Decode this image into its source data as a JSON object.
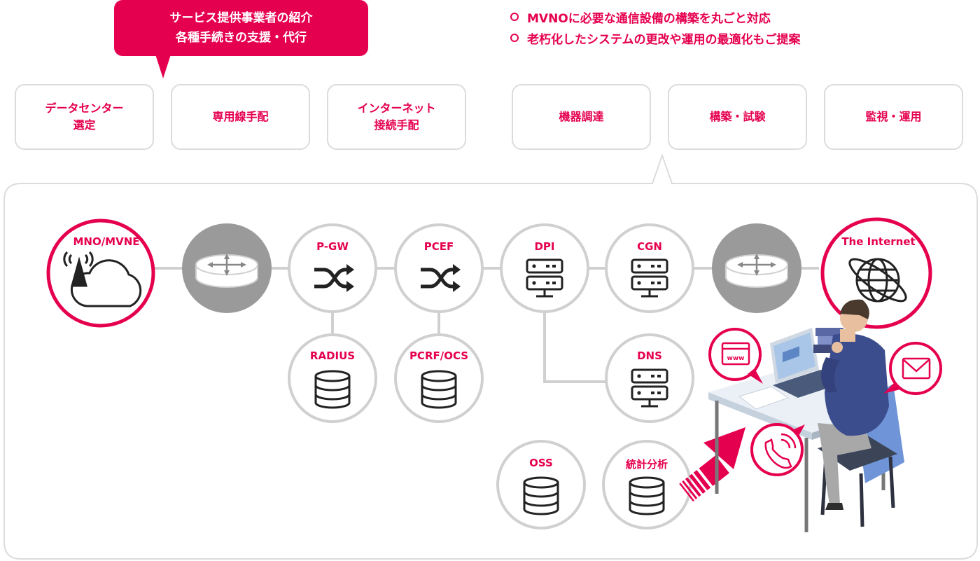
{
  "callout": {
    "line1": "サービス提供事業者の紹介",
    "line2": "各種手続きの支援・代行"
  },
  "bullets": [
    "MVNOに必要な通信設備の構築を丸ごと対応",
    "老朽化したシステムの更改や運用の最適化もご提案"
  ],
  "services": [
    {
      "line1": "データセンター",
      "line2": "選定"
    },
    {
      "line1": "専用線手配",
      "line2": ""
    },
    {
      "line1": "インターネット",
      "line2": "接続手配"
    },
    {
      "line1": "機器調達",
      "line2": ""
    },
    {
      "line1": "構築・試験",
      "line2": ""
    },
    {
      "line1": "監視・運用",
      "line2": ""
    }
  ],
  "nodes": {
    "mno": "MNO/MVNE",
    "pgw": "P-GW",
    "pcef": "PCEF",
    "dpi": "DPI",
    "cgn": "CGN",
    "internet": "The Internet",
    "radius": "RADIUS",
    "pcrf": "PCRF/OCS",
    "dns": "DNS",
    "oss": "OSS",
    "stats": "統計分析"
  },
  "bubbles": {
    "www": "www"
  },
  "colors": {
    "accent": "#e5004f",
    "connector": "#d0d0d0",
    "router": "#9a9a9a",
    "icon": "#222222"
  }
}
